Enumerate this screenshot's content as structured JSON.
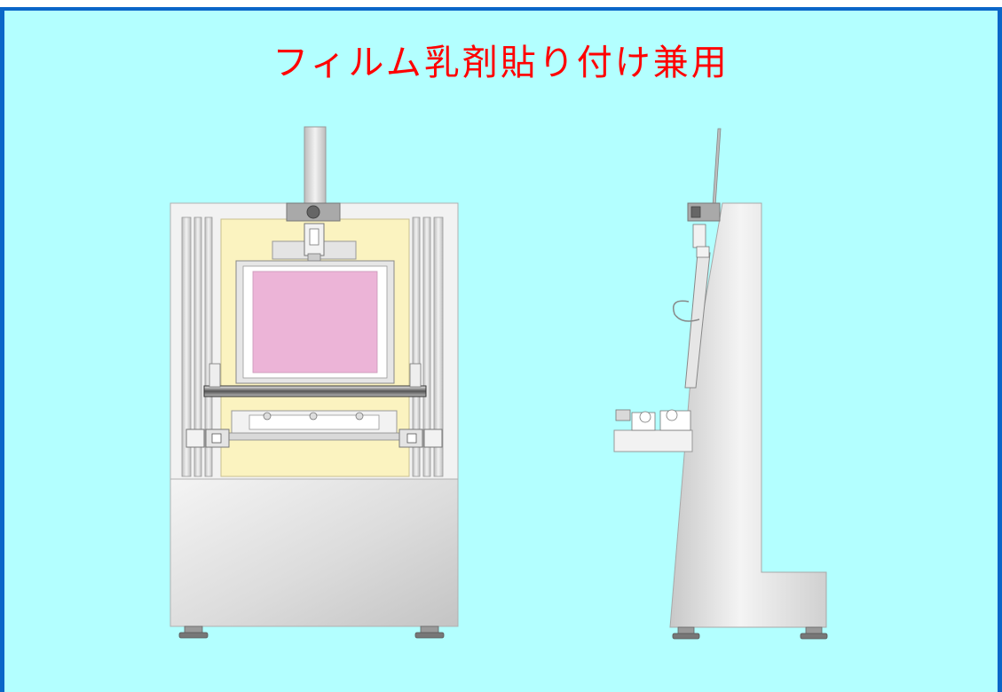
{
  "page": {
    "title": "フィルム乳剤貼り付け兼用",
    "background_color": "#b3ffff",
    "border_color": "#0a66c8",
    "title_color": "#ff0000"
  },
  "diagram": {
    "views": [
      {
        "name": "front-view"
      },
      {
        "name": "side-view"
      }
    ],
    "screen_color": "#ecb4d7",
    "frame_color": "#fbf3c0"
  }
}
